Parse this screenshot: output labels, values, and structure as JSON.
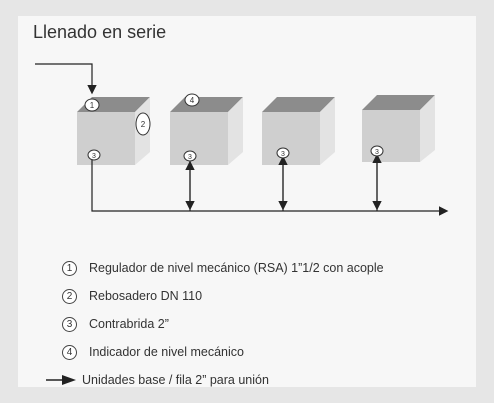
{
  "title": "Llenado en serie",
  "diagram": {
    "tank_count": 4,
    "markers": [
      {
        "tank": 1,
        "labels": [
          "1",
          "2",
          "3"
        ]
      },
      {
        "tank": 2,
        "labels": [
          "4",
          "3"
        ]
      },
      {
        "tank": 3,
        "labels": [
          "3"
        ]
      },
      {
        "tank": 4,
        "labels": [
          "3"
        ]
      }
    ]
  },
  "legend": [
    {
      "num": "1",
      "text": "Regulador de nivel mecánico (RSA) 1”1/2 con acople"
    },
    {
      "num": "2",
      "text": "Rebosadero DN 110"
    },
    {
      "num": "3",
      "text": "Contrabrida 2”"
    },
    {
      "num": "4",
      "text": "Indicador de nivel mecánico"
    },
    {
      "num": "",
      "text": "Unidades base / fila 2” para unión",
      "icon": "arrow-icon"
    }
  ],
  "colors": {
    "background": "#e6e6e6",
    "card": "#f7f7f7",
    "tank_front": "#cfcfcf",
    "tank_top": "#8c8c8c",
    "tank_side": "#e3e3e3",
    "line": "#222222"
  }
}
